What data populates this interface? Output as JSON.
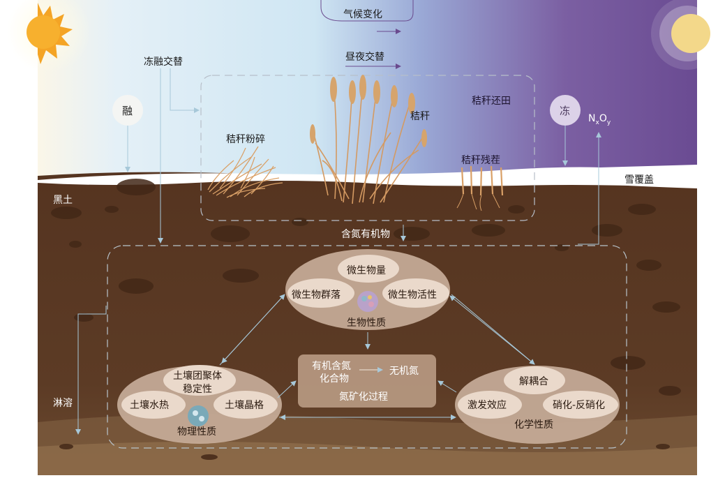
{
  "labels": {
    "climate_change": "气候变化",
    "day_night": "昼夜交替",
    "freeze_thaw": "冻融交替",
    "thaw": "融",
    "freeze": "冻",
    "nox_n": "N",
    "nox_x": "x",
    "nox_o": "O",
    "nox_y": "y",
    "straw": "秸秆",
    "straw_return": "秸秆还田",
    "straw_crushed": "秸秆粉碎",
    "straw_stubble": "秸秆残茬",
    "snow_cover": "雪覆盖",
    "black_soil": "黑土",
    "n_organic": "含氮有机物",
    "leaching": "淋溶"
  },
  "bio": {
    "biomass": "微生物量",
    "community": "微生物群落",
    "activity": "微生物活性",
    "title": "生物性质"
  },
  "phys": {
    "aggregate_line1": "土壤团聚体",
    "aggregate_line2": "稳定性",
    "hydrothermal": "土壤水热",
    "lattice": "土壤晶格",
    "title": "物理性质"
  },
  "chem": {
    "decoupling": "解耦合",
    "priming": "激发效应",
    "nitrification": "硝化-反硝化",
    "title": "化学性质"
  },
  "mineral": {
    "organic_line1": "有机含氮",
    "organic_line2": "化合物",
    "inorganic": "无机氮",
    "title": "氮矿化过程"
  },
  "colors": {
    "sky_left": "#ddeef7",
    "sky_right": "#6f4f94",
    "soil": "#5a3722",
    "snow": "#ffffff",
    "bubble": "#c9b09c",
    "arrow": "#9ec3d6"
  }
}
